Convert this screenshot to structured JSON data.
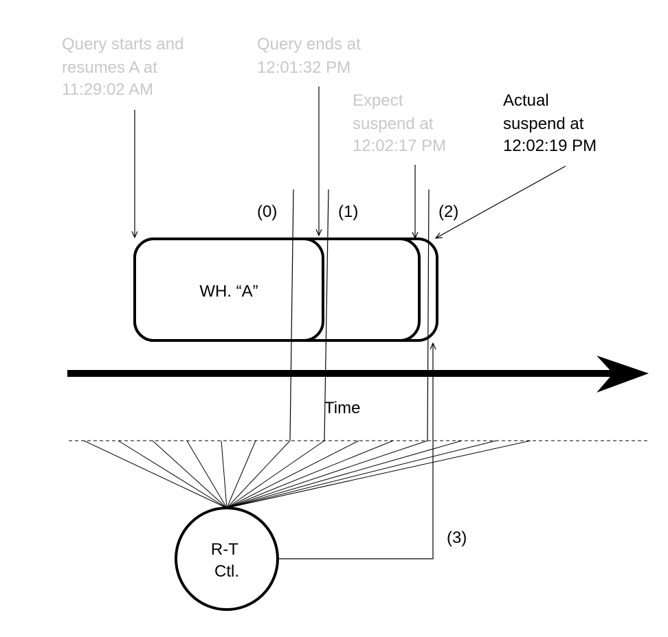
{
  "annotations": {
    "query_start": [
      "Query starts and",
      "resumes A at",
      "11:29:02 AM"
    ],
    "query_end": [
      "Query ends at",
      "12:01:32 PM"
    ],
    "expect_suspend": [
      "Expect",
      "suspend at",
      "12:02:17 PM"
    ],
    "actual_suspend": [
      "Actual",
      "suspend at",
      "12:02:19 PM"
    ]
  },
  "step_labels": {
    "step0": "(0)",
    "step1": "(1)",
    "step2": "(2)",
    "step3": "(3)"
  },
  "warehouse_label": "WH. “A”",
  "time_axis_label": "Time",
  "controller_label": [
    "R-T",
    "Ctl."
  ],
  "colors": {
    "faded_text": "#c8c8c8",
    "primary": "#000000",
    "background": "#ffffff"
  }
}
